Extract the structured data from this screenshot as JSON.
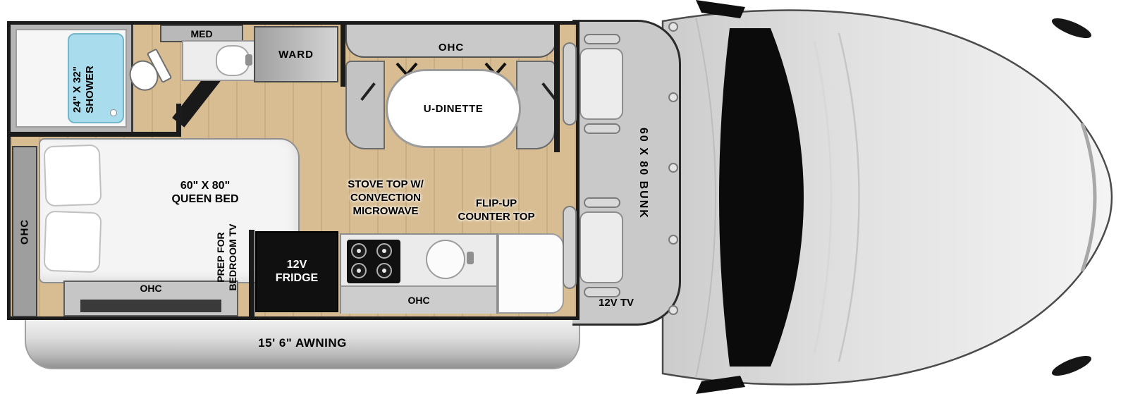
{
  "colors": {
    "floor": "#d8bd92",
    "wall": "#1b1b1b",
    "cabinet_gray": "#c9c9c9",
    "shower_blue": "#a9dcec",
    "fridge_black": "#101010"
  },
  "bathroom": {
    "shower_line1": "24\" X 32\"",
    "shower_line2": "SHOWER",
    "med_label": "MED",
    "ward_label": "WARD"
  },
  "dinette": {
    "ohc_label": "OHC",
    "table_label": "U-DINETTE"
  },
  "bedroom": {
    "ohc_side_label": "OHC",
    "bed_line1": "60\" X 80\"",
    "bed_line2": "QUEEN BED",
    "ohc_bottom_label": "OHC",
    "tv_prep_line1": "PREP FOR",
    "tv_prep_line2": "BEDROOM TV"
  },
  "kitchen": {
    "stove_line1": "STOVE TOP W/",
    "stove_line2": "CONVECTION",
    "stove_line3": "MICROWAVE",
    "flip_line1": "FLIP-UP",
    "flip_line2": "COUNTER TOP",
    "fridge_line1": "12V",
    "fridge_line2": "FRIDGE",
    "ohc_label": "OHC"
  },
  "cab": {
    "bunk_label": "60 X 80 BUNK",
    "tv_label": "12V TV"
  },
  "awning": {
    "label": "15' 6\" AWNING"
  }
}
